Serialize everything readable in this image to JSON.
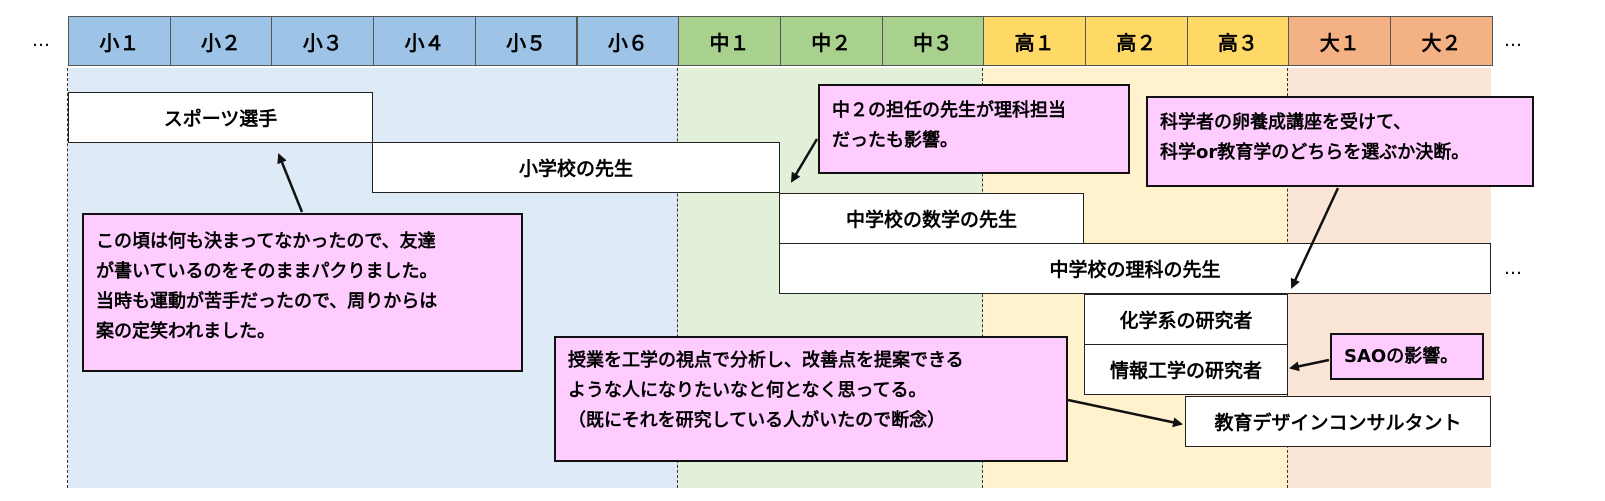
{
  "ellipsis": "…",
  "header": {
    "stages": [
      {
        "label": "小１",
        "color": "#9dc3e6"
      },
      {
        "label": "小２",
        "color": "#9dc3e6"
      },
      {
        "label": "小３",
        "color": "#9dc3e6"
      },
      {
        "label": "小４",
        "color": "#9dc3e6"
      },
      {
        "label": "小５",
        "color": "#9dc3e6"
      },
      {
        "label": "小６",
        "color": "#9dc3e6"
      },
      {
        "label": "中１",
        "color": "#a9d18e"
      },
      {
        "label": "中２",
        "color": "#a9d18e"
      },
      {
        "label": "中３",
        "color": "#a9d18e"
      },
      {
        "label": "高１",
        "color": "#ffd966"
      },
      {
        "label": "高２",
        "color": "#ffd966"
      },
      {
        "label": "高３",
        "color": "#ffd966"
      },
      {
        "label": "大１",
        "color": "#f4b183"
      },
      {
        "label": "大２",
        "color": "#f4b183"
      }
    ]
  },
  "band_colors": {
    "elementary": "#deebf7",
    "junior_high": "#e2f0d9",
    "high_school": "#fff2cc",
    "university": "#fbe5d6"
  },
  "bars": {
    "sports_player": "スポーツ選手",
    "elementary_teacher": "小学校の先生",
    "jh_math_teacher": "中学校の数学の先生",
    "jh_science_teacher": "中学校の理科の先生",
    "chemistry_researcher": "化学系の研究者",
    "informatics_researcher": "情報工学の研究者",
    "edu_design_consultant": "教育デザインコンサルタント"
  },
  "notes": {
    "elementary_note": [
      "この頃は何も決まってなかったので、友達",
      "が書いているのをそのままパクりました。",
      "当時も運動が苦手だったので、周りからは",
      "案の定笑われました。"
    ],
    "homeroom_note": [
      "中２の担任の先生が理科担当",
      "だったも影響。"
    ],
    "science_course_note": [
      "科学者の卵養成講座を受けて、",
      "科学or教育学のどちらを選ぶか決断。"
    ],
    "sao_note": [
      "SAOの影響。"
    ],
    "lesson_analysis_note": [
      "授業を工学の視点で分析し、改善点を提案できる",
      "ような人になりたいなと何となく思ってる。",
      "（既にそれを研究している人がいたので断念）"
    ]
  }
}
